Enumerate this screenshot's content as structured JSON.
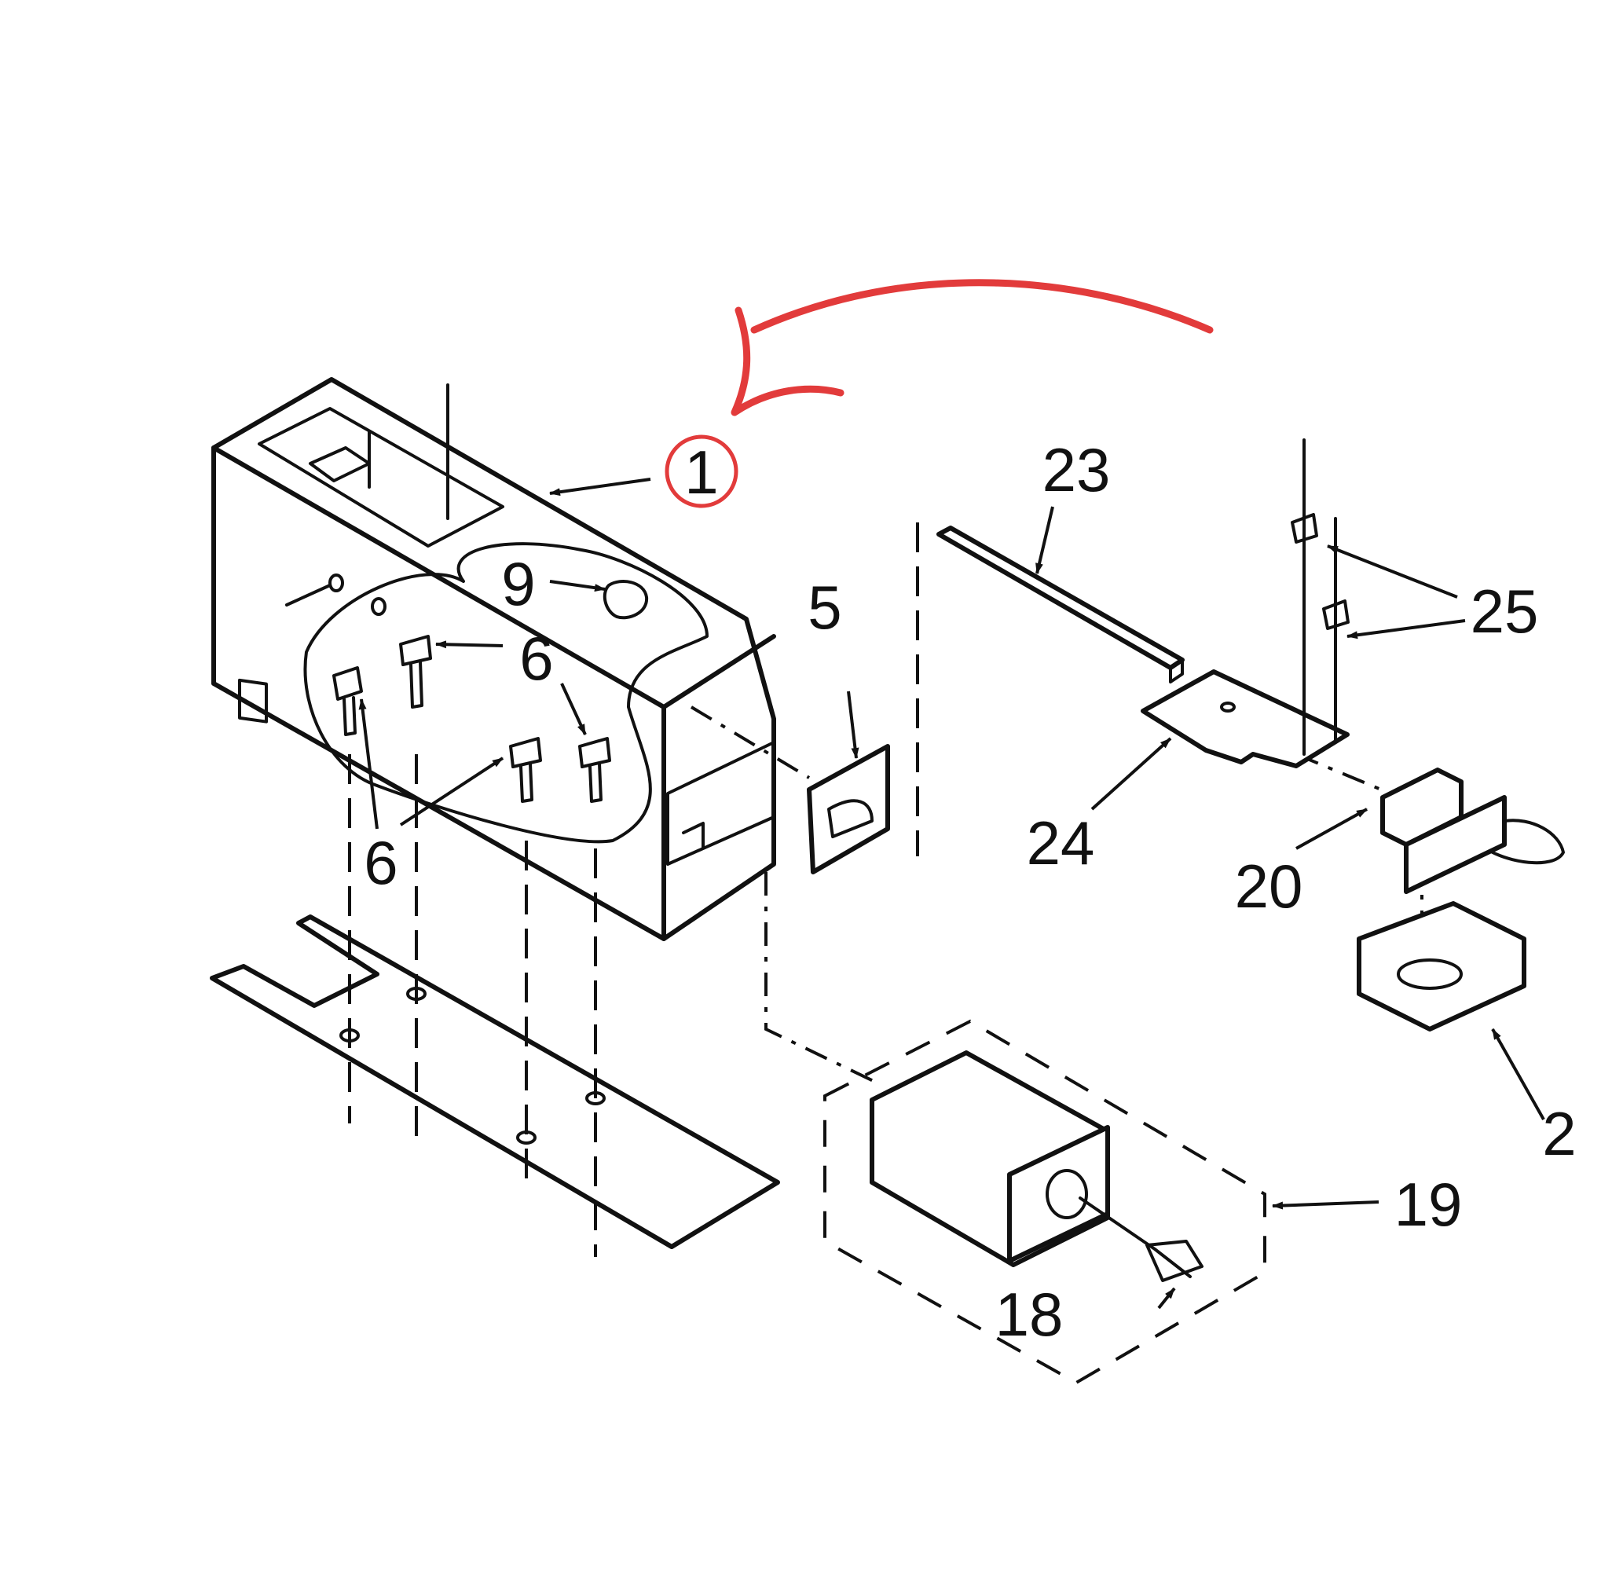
{
  "diagram": {
    "callouts": [
      {
        "id": "1",
        "text": "1"
      },
      {
        "id": "2",
        "text": "2"
      },
      {
        "id": "5",
        "text": "5"
      },
      {
        "id": "6a",
        "text": "6"
      },
      {
        "id": "6b",
        "text": "6"
      },
      {
        "id": "9",
        "text": "9"
      },
      {
        "id": "18",
        "text": "18"
      },
      {
        "id": "19",
        "text": "19"
      },
      {
        "id": "20",
        "text": "20"
      },
      {
        "id": "23",
        "text": "23"
      },
      {
        "id": "24",
        "text": "24"
      },
      {
        "id": "25",
        "text": "25"
      }
    ],
    "highlight": {
      "callout": "1",
      "color": "#e23b3b"
    }
  }
}
